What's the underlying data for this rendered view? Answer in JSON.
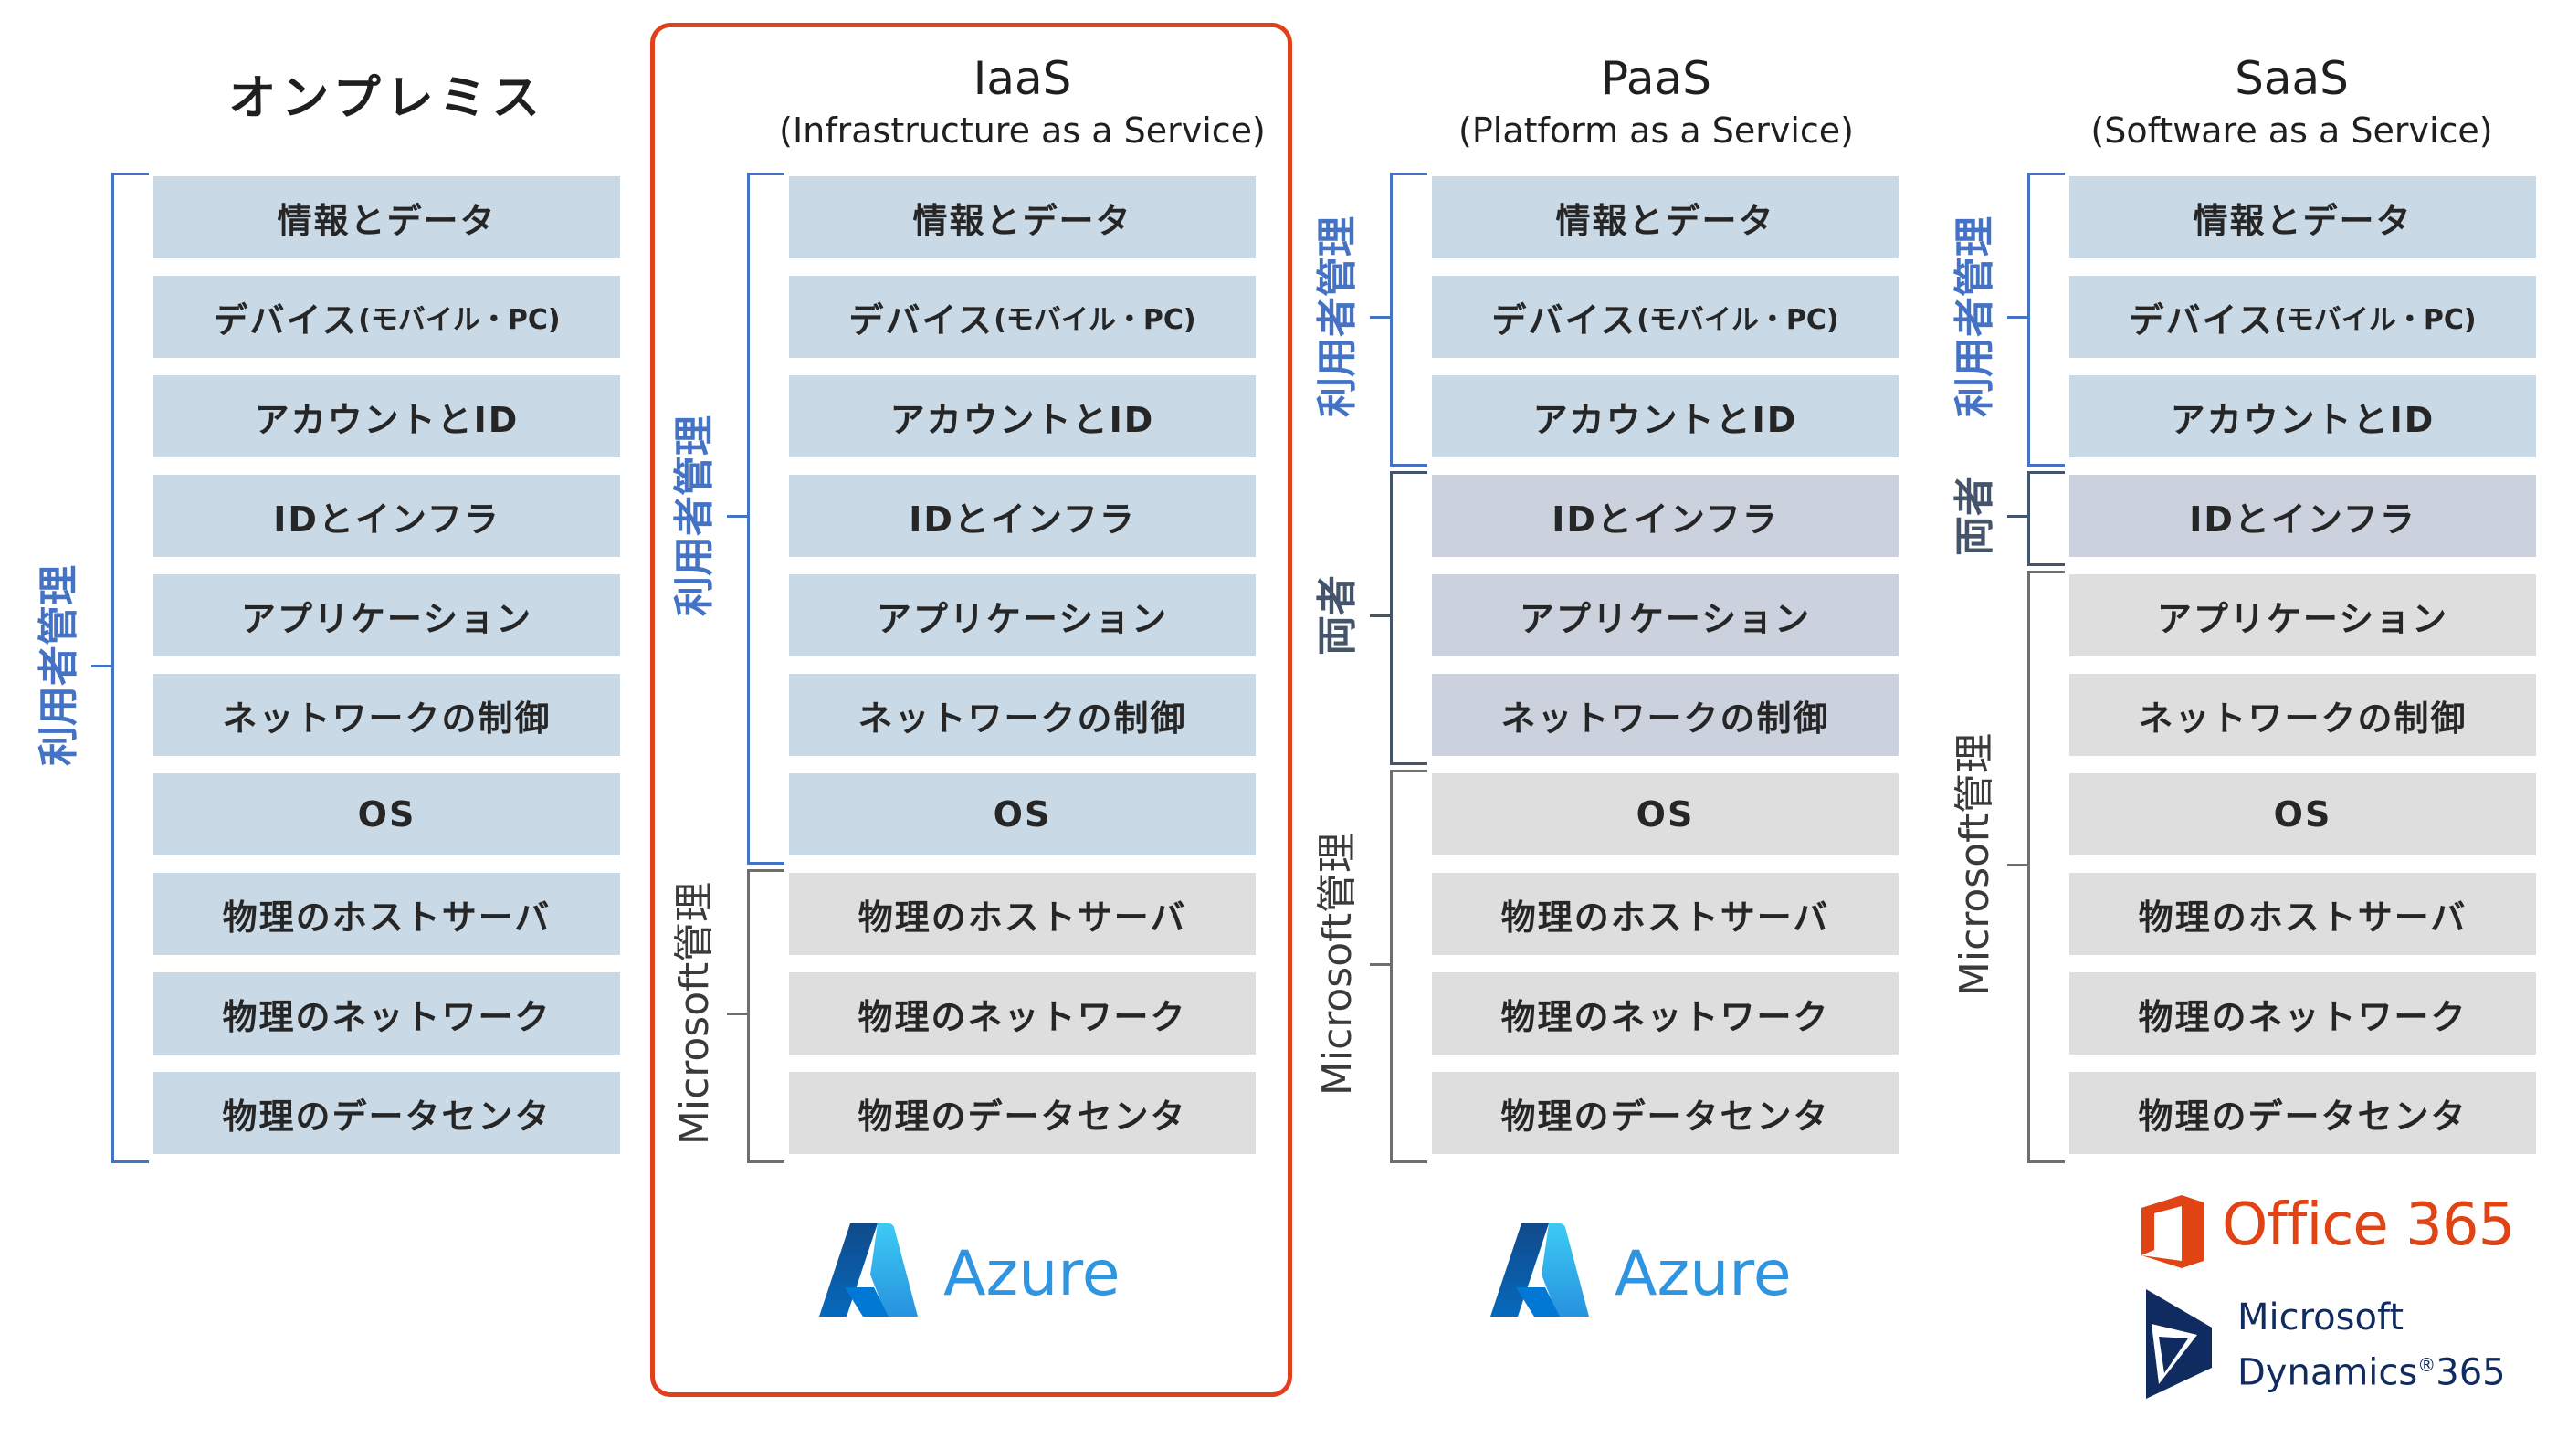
{
  "columns": [
    {
      "id": "onprem",
      "title": "オンプレミス",
      "subtitle": "",
      "highlighted": false,
      "groups": [
        {
          "label": "利用者管理",
          "type": "user",
          "rows": [
            0,
            9
          ]
        }
      ],
      "rows": [
        {
          "label": "情報とデータ",
          "owner": "user"
        },
        {
          "label": "デバイス",
          "label_suffix": "(モバイル・PC)",
          "owner": "user"
        },
        {
          "label": "アカウントとID",
          "owner": "user"
        },
        {
          "label": "IDとインフラ",
          "owner": "user"
        },
        {
          "label": "アプリケーション",
          "owner": "user"
        },
        {
          "label": "ネットワークの制御",
          "owner": "user"
        },
        {
          "label": "OS",
          "owner": "user"
        },
        {
          "label": "物理のホストサーバ",
          "owner": "user"
        },
        {
          "label": "物理のネットワーク",
          "owner": "user"
        },
        {
          "label": "物理のデータセンタ",
          "owner": "user"
        }
      ],
      "logos": []
    },
    {
      "id": "iaas",
      "title": "IaaS",
      "subtitle": "(Infrastructure as a Service)",
      "highlighted": true,
      "groups": [
        {
          "label": "利用者管理",
          "type": "user",
          "rows": [
            0,
            6
          ]
        },
        {
          "label": "Microsoft管理",
          "type": "ms",
          "rows": [
            7,
            9
          ]
        }
      ],
      "rows": [
        {
          "label": "情報とデータ",
          "owner": "user"
        },
        {
          "label": "デバイス",
          "label_suffix": "(モバイル・PC)",
          "owner": "user"
        },
        {
          "label": "アカウントとID",
          "owner": "user"
        },
        {
          "label": "IDとインフラ",
          "owner": "user"
        },
        {
          "label": "アプリケーション",
          "owner": "user"
        },
        {
          "label": "ネットワークの制御",
          "owner": "user"
        },
        {
          "label": "OS",
          "owner": "user"
        },
        {
          "label": "物理のホストサーバ",
          "owner": "ms"
        },
        {
          "label": "物理のネットワーク",
          "owner": "ms"
        },
        {
          "label": "物理のデータセンタ",
          "owner": "ms"
        }
      ],
      "logos": [
        {
          "name": "azure",
          "text": "Azure"
        }
      ]
    },
    {
      "id": "paas",
      "title": "PaaS",
      "subtitle": "(Platform as a Service)",
      "highlighted": false,
      "groups": [
        {
          "label": "利用者管理",
          "type": "user",
          "rows": [
            0,
            2
          ]
        },
        {
          "label": "両者",
          "type": "both",
          "rows": [
            3,
            5
          ]
        },
        {
          "label": "Microsoft管理",
          "type": "ms",
          "rows": [
            6,
            9
          ]
        }
      ],
      "rows": [
        {
          "label": "情報とデータ",
          "owner": "user"
        },
        {
          "label": "デバイス",
          "label_suffix": "(モバイル・PC)",
          "owner": "user"
        },
        {
          "label": "アカウントとID",
          "owner": "user"
        },
        {
          "label": "IDとインフラ",
          "owner": "both"
        },
        {
          "label": "アプリケーション",
          "owner": "both"
        },
        {
          "label": "ネットワークの制御",
          "owner": "both"
        },
        {
          "label": "OS",
          "owner": "ms"
        },
        {
          "label": "物理のホストサーバ",
          "owner": "ms"
        },
        {
          "label": "物理のネットワーク",
          "owner": "ms"
        },
        {
          "label": "物理のデータセンタ",
          "owner": "ms"
        }
      ],
      "logos": [
        {
          "name": "azure",
          "text": "Azure"
        }
      ]
    },
    {
      "id": "saas",
      "title": "SaaS",
      "subtitle": "(Software as a Service)",
      "highlighted": false,
      "groups": [
        {
          "label": "利用者管理",
          "type": "user",
          "rows": [
            0,
            2
          ]
        },
        {
          "label": "両者",
          "type": "both",
          "rows": [
            3,
            3
          ]
        },
        {
          "label": "Microsoft管理",
          "type": "ms",
          "rows": [
            4,
            9
          ]
        }
      ],
      "rows": [
        {
          "label": "情報とデータ",
          "owner": "user"
        },
        {
          "label": "デバイス",
          "label_suffix": "(モバイル・PC)",
          "owner": "user"
        },
        {
          "label": "アカウントとID",
          "owner": "user"
        },
        {
          "label": "IDとインフラ",
          "owner": "both"
        },
        {
          "label": "アプリケーション",
          "owner": "ms"
        },
        {
          "label": "ネットワークの制御",
          "owner": "ms"
        },
        {
          "label": "OS",
          "owner": "ms"
        },
        {
          "label": "物理のホストサーバ",
          "owner": "ms"
        },
        {
          "label": "物理のネットワーク",
          "owner": "ms"
        },
        {
          "label": "物理のデータセンタ",
          "owner": "ms"
        }
      ],
      "logos": [
        {
          "name": "office365",
          "text": "Office 365"
        },
        {
          "name": "dynamics365",
          "text_line1": "Microsoft",
          "text_line2": "Dynamics",
          "reg": "®",
          "text_suffix": "365"
        }
      ]
    }
  ],
  "colors": {
    "user_box": "#c9d9e5",
    "both_box": "#cbd2de",
    "ms_box": "#dedede",
    "user_label": "#4472c4",
    "both_label": "#44546a",
    "ms_label": "#3a3a3a",
    "user_bracket": "#4472c4",
    "both_bracket": "#44546a",
    "ms_bracket": "#6e6e6e",
    "highlight_frame": "#e0401a",
    "azure_text": "#2f95e0",
    "office_orange": "#e04314",
    "dynamics_navy": "#0f2b5f"
  }
}
